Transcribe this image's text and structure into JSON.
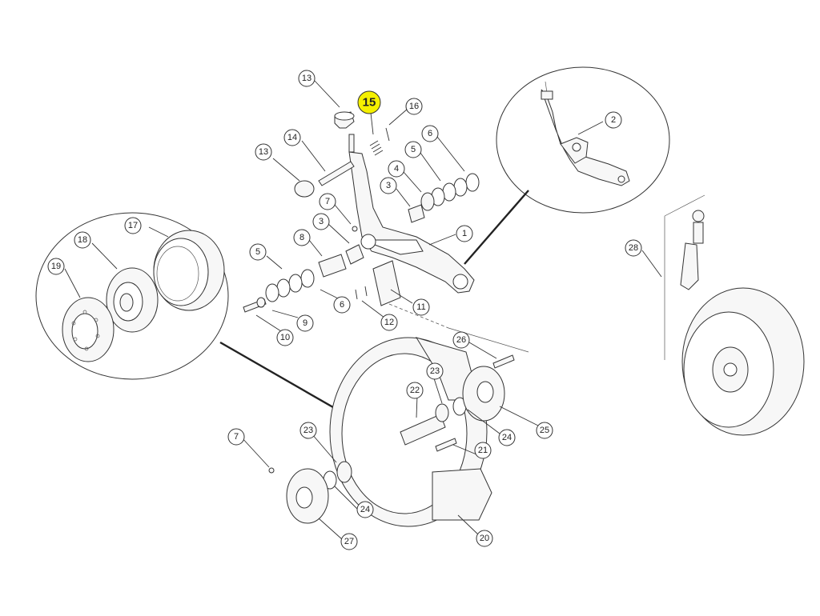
{
  "diagram": {
    "callouts": [
      {
        "id": "c13a",
        "label": "13"
      },
      {
        "id": "c15",
        "label": "15",
        "highlight": true
      },
      {
        "id": "c16",
        "label": "16"
      },
      {
        "id": "c13b",
        "label": "13"
      },
      {
        "id": "c14",
        "label": "14"
      },
      {
        "id": "c6a",
        "label": "6"
      },
      {
        "id": "c5a",
        "label": "5"
      },
      {
        "id": "c4",
        "label": "4"
      },
      {
        "id": "c3a",
        "label": "3"
      },
      {
        "id": "c2",
        "label": "2"
      },
      {
        "id": "c7a",
        "label": "7"
      },
      {
        "id": "c3b",
        "label": "3"
      },
      {
        "id": "c8",
        "label": "8"
      },
      {
        "id": "c1",
        "label": "1"
      },
      {
        "id": "c17",
        "label": "17"
      },
      {
        "id": "c18",
        "label": "18"
      },
      {
        "id": "c19",
        "label": "19"
      },
      {
        "id": "c5b",
        "label": "5"
      },
      {
        "id": "c6b",
        "label": "6"
      },
      {
        "id": "c9",
        "label": "9"
      },
      {
        "id": "c10",
        "label": "10"
      },
      {
        "id": "c11",
        "label": "11"
      },
      {
        "id": "c12",
        "label": "12"
      },
      {
        "id": "c28",
        "label": "28"
      },
      {
        "id": "c26",
        "label": "26"
      },
      {
        "id": "c23a",
        "label": "23"
      },
      {
        "id": "c22",
        "label": "22"
      },
      {
        "id": "c25",
        "label": "25"
      },
      {
        "id": "c24a",
        "label": "24"
      },
      {
        "id": "c21",
        "label": "21"
      },
      {
        "id": "c7b",
        "label": "7"
      },
      {
        "id": "c23b",
        "label": "23"
      },
      {
        "id": "c24b",
        "label": "24"
      },
      {
        "id": "c27",
        "label": "27"
      },
      {
        "id": "c20",
        "label": "20"
      }
    ],
    "highlight_color": "#f5f000",
    "line_color": "#333333"
  }
}
